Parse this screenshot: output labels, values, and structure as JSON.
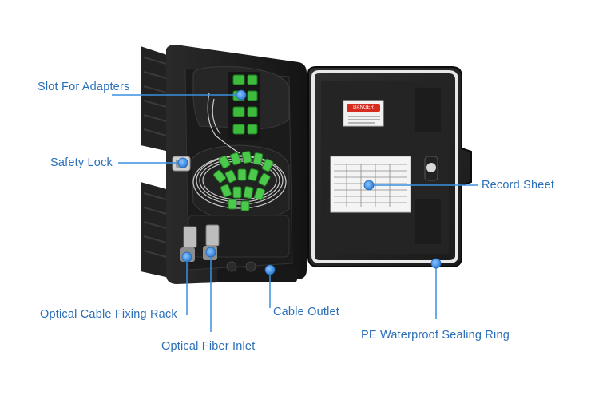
{
  "labels": {
    "slot_for_adapters": "Slot For Adapters",
    "safety_lock": "Safety Lock",
    "record_sheet": "Record Sheet",
    "optical_cable_fixing_rack": "Optical Cable Fixing Rack",
    "cable_outlet": "Cable Outlet",
    "optical_fiber_inlet": "Optical Fiber Inlet",
    "pe_waterproof_sealing_ring": "PE Waterproof Sealing Ring"
  },
  "danger_sticker": {
    "heading": "DANGER"
  },
  "colors": {
    "label_text": "#2a6fb8",
    "leader_line": "#3a8fe0",
    "callout_dot": "#4a9ae6",
    "enclosure": "#1f1f1f",
    "adapter_green": "#3dbb3d",
    "danger_red": "#d62b1f"
  }
}
